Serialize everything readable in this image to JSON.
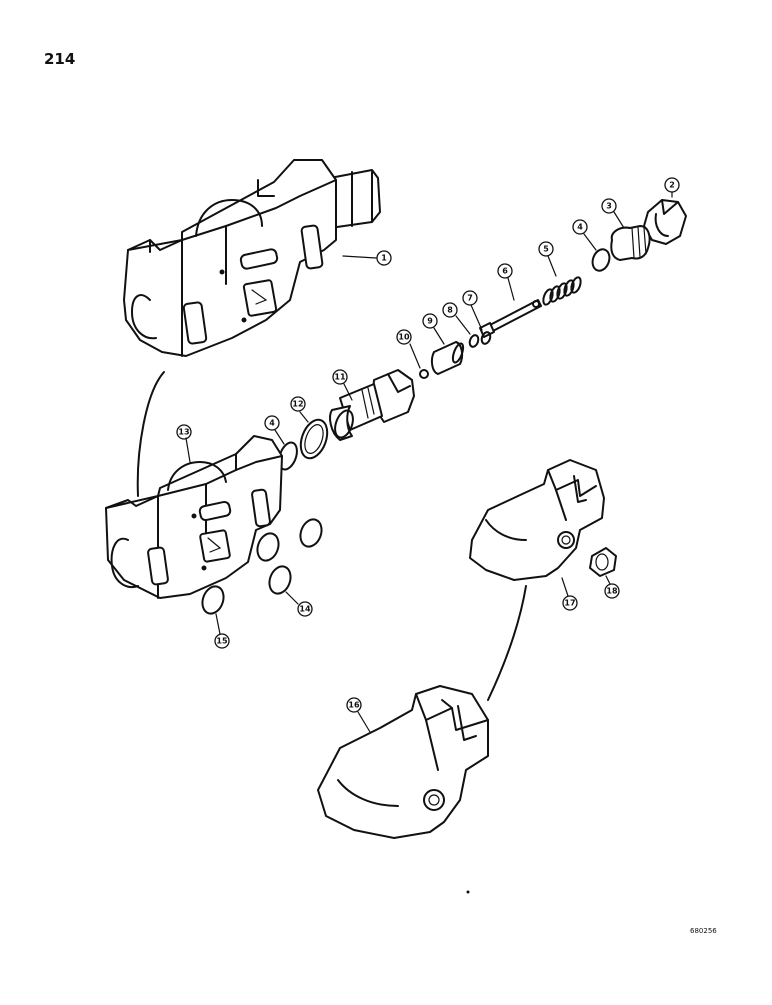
{
  "page_number": "214",
  "drawing_id": "680256",
  "callouts": [
    "1",
    "2",
    "3",
    "4",
    "5",
    "6",
    "7",
    "8",
    "9",
    "10",
    "11",
    "12",
    "13",
    "4",
    "14",
    "15",
    "16",
    "17",
    "18"
  ]
}
